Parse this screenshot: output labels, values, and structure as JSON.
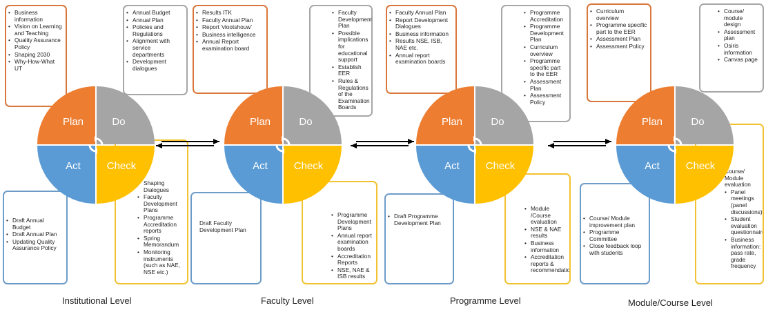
{
  "cycle_labels": {
    "plan": "Plan",
    "do": "Do",
    "act": "Act",
    "check": "Check"
  },
  "levels": {
    "institutional": {
      "title": "Institutional Level",
      "plan": [
        "Business information",
        "Vision on Learning and Teaching",
        "Quality Assurance Policy",
        "Shaping 2030",
        "Why-How-What UT"
      ],
      "do": [
        "Annual Budget",
        "Annual Plan",
        "Policies and Regulations",
        "Alignment with service departments",
        "Development dialogues"
      ],
      "act": [
        "Draft Annual Budget",
        "Draft Annual Plan",
        "Updating Quality Assurance Policy"
      ],
      "check": [
        "Shaping Dialogues",
        "Faculty Development Plans",
        "Programme Accreditation reports",
        "Spring Memorandum",
        "Monitoring instruments (such as NAE, NSE etc.)"
      ]
    },
    "faculty": {
      "title": "Faculty Level",
      "plan": [
        "Results ITK",
        "Faculty Annual Plan",
        "Report 'vlootshouw'",
        "Business intelligence",
        "Annual Report examination board"
      ],
      "do": [
        "Faculty Development Plan",
        "Possible implications for educational support",
        "Establish EER",
        "Rules & Regulations of the Examination Boards"
      ],
      "act_text": "Draft Faculty Development Plan",
      "check": [
        "Programme Development Plans",
        "Annual report examination boards",
        "Accreditation Reports",
        "NSE, NAE & ISB results"
      ]
    },
    "programme": {
      "title": "Programme Level",
      "plan": [
        "Faculty Annual Plan",
        "Report Development Dialogues",
        "Business information",
        "Results NSE, ISB, NAE etc.",
        "Annual report examination boards"
      ],
      "do": [
        "Programme Accreditation",
        "Programme Development Plan",
        "Curriculum overview",
        "Programme specific part to the EER",
        "Assessment Plan",
        "Assessment Policy"
      ],
      "act": [
        "Draft Programme Development Plan"
      ],
      "check": [
        "Module /Course evaluation",
        "NSE & NAE results",
        "Business information",
        "Accreditation reports & recommendations"
      ]
    },
    "module": {
      "title": "Module/Course Level",
      "plan": [
        "Curriculum overview",
        "Programme specific part to the EER",
        "Assessment Plan",
        "Assessment Policy"
      ],
      "do": [
        "Course/ module design",
        "Assessment plan",
        "Osiris information",
        "Canvas page"
      ],
      "act": [
        "Course/ Module improvement plan",
        "Programme Committee",
        "Close feedback loop with students"
      ],
      "check_text": "Course/ Module evaluation",
      "check": [
        "Panel meetings (panel discussions)",
        "Student evaluation questionnaire",
        "Business information: pass rate, grade frequency"
      ]
    }
  }
}
